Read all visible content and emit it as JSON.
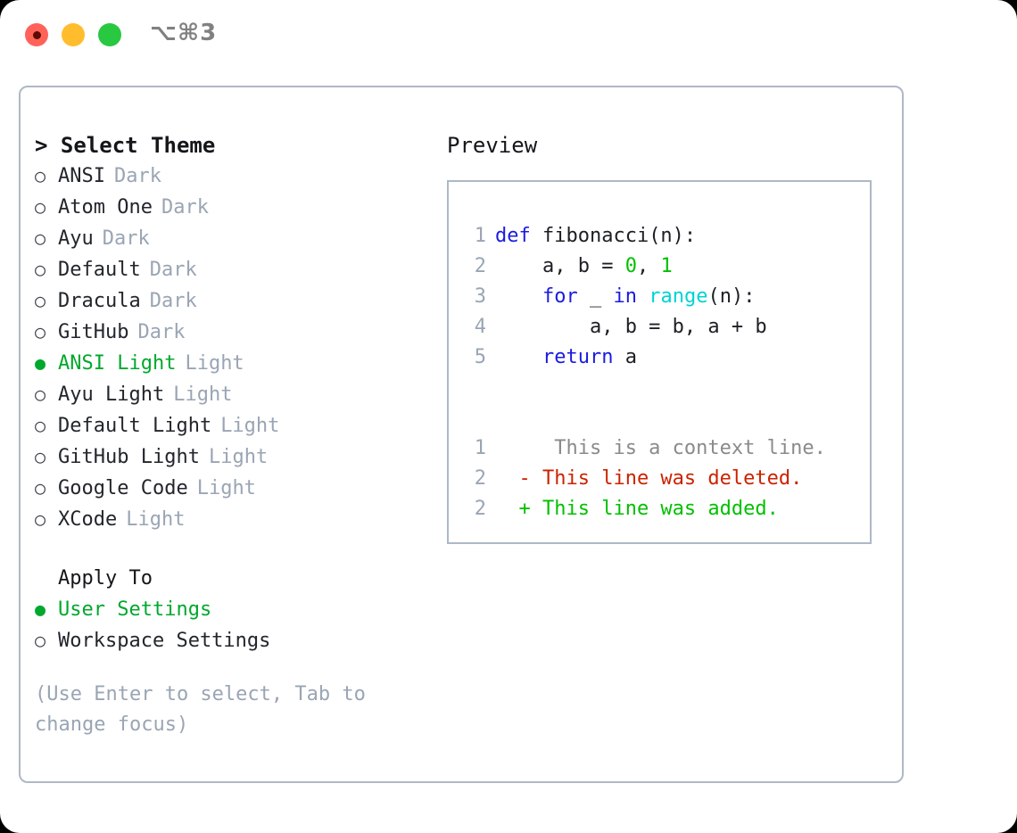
{
  "window": {
    "title": "⌥⌘3",
    "controls": [
      {
        "name": "close",
        "color": "#ff6259"
      },
      {
        "name": "minimize",
        "color": "#ffbd2e"
      },
      {
        "name": "maximize",
        "color": "#28c840"
      }
    ]
  },
  "theme_picker": {
    "heading": "> Select Theme",
    "selected_marker": "●",
    "unselected_marker": "○",
    "themes": [
      {
        "name": "ANSI",
        "kind": "Dark",
        "selected": false
      },
      {
        "name": "Atom One",
        "kind": "Dark",
        "selected": false
      },
      {
        "name": "Ayu",
        "kind": "Dark",
        "selected": false
      },
      {
        "name": "Default",
        "kind": "Dark",
        "selected": false
      },
      {
        "name": "Dracula",
        "kind": "Dark",
        "selected": false
      },
      {
        "name": "GitHub",
        "kind": "Dark",
        "selected": false
      },
      {
        "name": "ANSI Light",
        "kind": "Light",
        "selected": true
      },
      {
        "name": "Ayu Light",
        "kind": "Light",
        "selected": false
      },
      {
        "name": "Default Light",
        "kind": "Light",
        "selected": false
      },
      {
        "name": "GitHub Light",
        "kind": "Light",
        "selected": false
      },
      {
        "name": "Google Code",
        "kind": "Light",
        "selected": false
      },
      {
        "name": "XCode",
        "kind": "Light",
        "selected": false
      }
    ]
  },
  "apply_to": {
    "heading": "Apply To",
    "options": [
      {
        "label": "User Settings",
        "selected": true
      },
      {
        "label": "Workspace Settings",
        "selected": false
      }
    ]
  },
  "hint": "(Use Enter to select, Tab to change focus)",
  "preview": {
    "heading": "Preview",
    "code_lines": [
      {
        "number": "1",
        "tokens": [
          {
            "text": "def ",
            "style": "kw"
          },
          {
            "text": "fibonacci(n):",
            "style": "plain"
          }
        ]
      },
      {
        "number": "2",
        "tokens": [
          {
            "text": "    a, b = ",
            "style": "plain"
          },
          {
            "text": "0",
            "style": "num"
          },
          {
            "text": ", ",
            "style": "plain"
          },
          {
            "text": "1",
            "style": "num"
          }
        ]
      },
      {
        "number": "3",
        "tokens": [
          {
            "text": "    ",
            "style": "plain"
          },
          {
            "text": "for",
            "style": "kw"
          },
          {
            "text": " _ ",
            "style": "plain"
          },
          {
            "text": "in",
            "style": "kw"
          },
          {
            "text": " ",
            "style": "plain"
          },
          {
            "text": "range",
            "style": "fn"
          },
          {
            "text": "(n):",
            "style": "plain"
          }
        ]
      },
      {
        "number": "4",
        "tokens": [
          {
            "text": "        a, b = b, a + b",
            "style": "plain"
          }
        ]
      },
      {
        "number": "5",
        "tokens": [
          {
            "text": "    ",
            "style": "plain"
          },
          {
            "text": "return",
            "style": "kw"
          },
          {
            "text": " a",
            "style": "plain"
          }
        ]
      }
    ],
    "diff_lines": [
      {
        "number": "1",
        "sign": " ",
        "text": "  This is a context line.",
        "style": "ctx"
      },
      {
        "number": "2",
        "sign": "-",
        "text": " This line was deleted.",
        "style": "del"
      },
      {
        "number": "2",
        "sign": "+",
        "text": " This line was added.",
        "style": "add"
      }
    ]
  },
  "colors": {
    "accent_green": "#00a82d",
    "muted": "#9aa5b4",
    "border": "#aeb8c6",
    "keyword": "#1b1be0",
    "number": "#00c000",
    "function": "#00d3d3",
    "diff_delete": "#cc2200",
    "diff_add": "#00c000"
  }
}
